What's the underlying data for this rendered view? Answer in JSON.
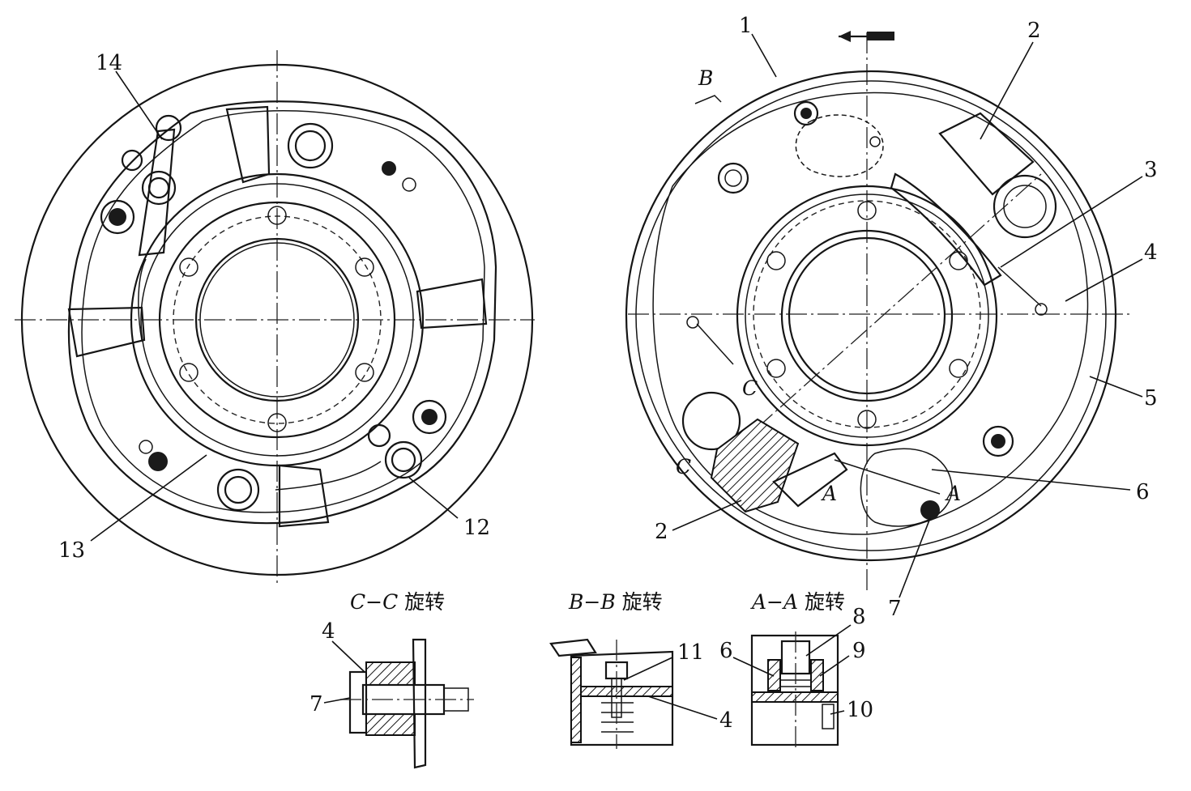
{
  "left_view": {
    "callouts": [
      "14",
      "13",
      "12"
    ]
  },
  "right_view": {
    "callouts": [
      "1",
      "2",
      "3",
      "4",
      "5",
      "6",
      "2",
      "7"
    ],
    "view_marks": [
      "B",
      "C",
      "C",
      "A",
      "A"
    ]
  },
  "sections": {
    "cc": {
      "title_letters": "C−C",
      "title_word": "旋转",
      "callouts": [
        "4",
        "7"
      ]
    },
    "bb": {
      "title_letters": "B−B",
      "title_word": "旋转",
      "callouts": [
        "11",
        "4"
      ]
    },
    "aa": {
      "title_letters": "A−A",
      "title_word": "旋转",
      "callouts": [
        "8",
        "6",
        "9",
        "10"
      ]
    }
  }
}
